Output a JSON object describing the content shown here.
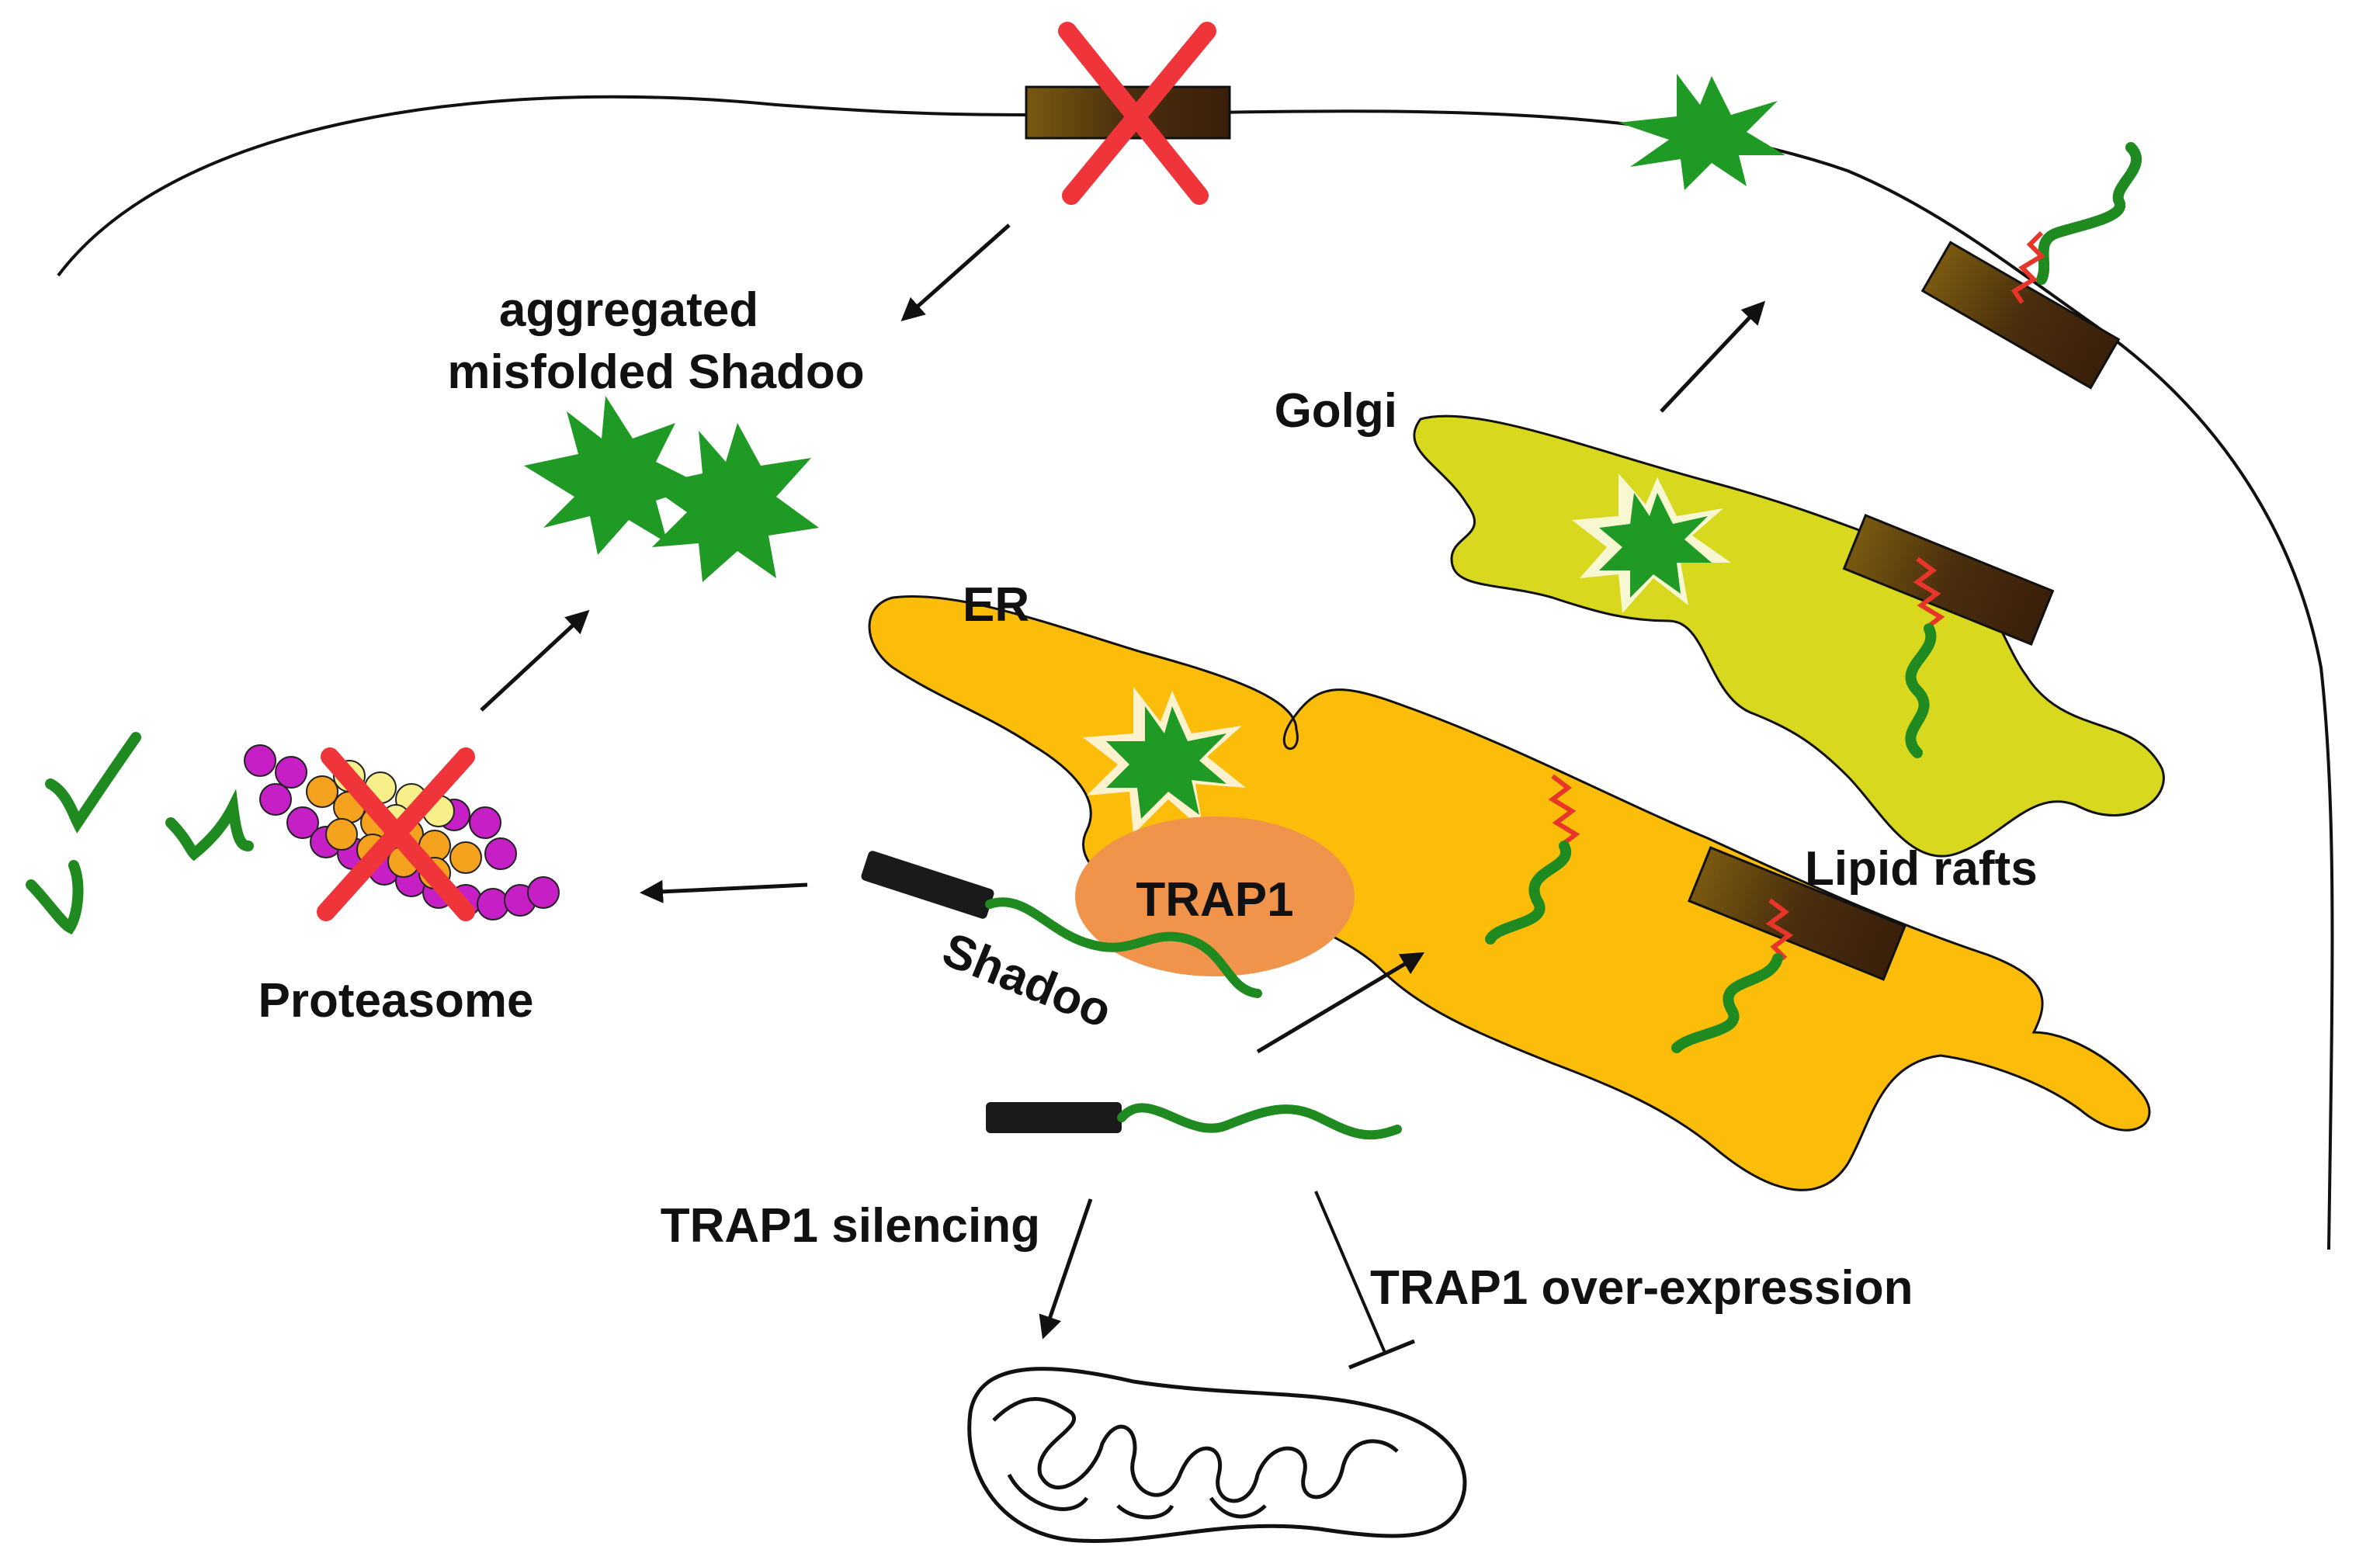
{
  "labels": {
    "aggregated_line1": "aggregated",
    "aggregated_line2": "misfolded Shadoo",
    "golgi": "Golgi",
    "er": "ER",
    "trap1": "TRAP1",
    "shadoo": "Shadoo",
    "proteasome": "Proteasome",
    "lipid_rafts": "Lipid rafts",
    "trap1_silencing": "TRAP1 silencing",
    "trap1_overexpression": "TRAP1 over-expression"
  },
  "colors": {
    "er_fill": "#fbbd0a",
    "golgi_fill": "#d8d81e",
    "trap1_fill": "#f0944c",
    "aggregate_green": "#1f9a25",
    "protein_green": "#1f8a1f",
    "protein_red": "#e8352a",
    "raft_brown": "#5a3a10",
    "x_red": "#f0353a",
    "signal_black": "#1a1a1a",
    "proteasome_magenta": "#c51fc5",
    "proteasome_orange": "#f5a21f",
    "proteasome_yellow": "#f7ef8a"
  }
}
